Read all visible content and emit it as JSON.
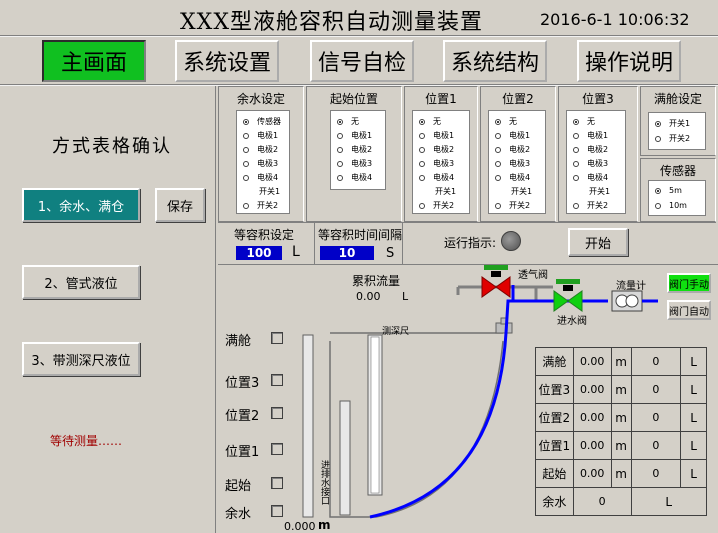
{
  "header": {
    "title": "XXX型液舱容积自动测量装置",
    "datetime": "2016-6-1 10:06:32"
  },
  "nav": [
    {
      "label": "主画面",
      "active": true
    },
    {
      "label": "系统设置"
    },
    {
      "label": "信号自检"
    },
    {
      "label": "系统结构"
    },
    {
      "label": "操作说明"
    }
  ],
  "left": {
    "title": "方式表格确认",
    "mode1": "1、余水、满仓",
    "save": "保存",
    "mode2": "2、管式液位",
    "mode3": "3、带测深尺液位",
    "status": "等待测量……"
  },
  "groups": {
    "residual": {
      "title": "余水设定",
      "items": [
        "传感器",
        "电极1",
        "电极2",
        "电极3",
        "电极4",
        "开关1",
        "开关2"
      ]
    },
    "start": {
      "title": "起始位置",
      "items": [
        "无",
        "电极1",
        "电极2",
        "电极3",
        "电极4"
      ]
    },
    "pos1": {
      "title": "位置1",
      "items": [
        "无",
        "电极1",
        "电极2",
        "电极3",
        "电极4",
        "开关1",
        "开关2"
      ]
    },
    "pos2": {
      "title": "位置2",
      "items": [
        "无",
        "电极1",
        "电极2",
        "电极3",
        "电极4",
        "开关1",
        "开关2"
      ]
    },
    "pos3": {
      "title": "位置3",
      "items": [
        "无",
        "电极1",
        "电极2",
        "电极3",
        "电极4",
        "开关1",
        "开关2"
      ]
    },
    "full": {
      "title": "满舱设定",
      "items": [
        "开关1",
        "开关2"
      ]
    },
    "sensor": {
      "title": "传感器",
      "items": [
        "5m",
        "10m"
      ]
    }
  },
  "controls": {
    "vol_label": "等容积设定",
    "vol_value": "100",
    "vol_unit": "L",
    "interval_label": "等容积时间间隔",
    "interval_value": "10",
    "interval_unit": "S",
    "run_label": "运行指示:",
    "start": "开始"
  },
  "diagram": {
    "flow_label": "累积流量",
    "flow_value": "0.00",
    "flow_unit": "L",
    "vent_valve": "透气阀",
    "inlet_valve": "进水阀",
    "flowmeter": "流量计",
    "valve_manual": "阀门手动",
    "valve_auto": "阀门自动",
    "dip_rod": "测深尺",
    "pipe_label": "进排水接口",
    "levels": [
      "满舱",
      "位置3",
      "位置2",
      "位置1",
      "起始",
      "余水"
    ],
    "bottom_value": "0.000",
    "bottom_unit": "m"
  },
  "table": {
    "rows": [
      {
        "name": "满舱",
        "m": "0.00",
        "mu": "m",
        "l": "0",
        "lu": "L"
      },
      {
        "name": "位置3",
        "m": "0.00",
        "mu": "m",
        "l": "0",
        "lu": "L"
      },
      {
        "name": "位置2",
        "m": "0.00",
        "mu": "m",
        "l": "0",
        "lu": "L"
      },
      {
        "name": "位置1",
        "m": "0.00",
        "mu": "m",
        "l": "0",
        "lu": "L"
      },
      {
        "name": "起始",
        "m": "0.00",
        "mu": "m",
        "l": "0",
        "lu": "L"
      }
    ],
    "last": {
      "name": "余水",
      "l": "0",
      "lu": "L"
    }
  },
  "colors": {
    "active_green": "#10c020",
    "teal": "#108080",
    "pipe_blue": "#0000ff",
    "valve_red": "#e00000",
    "valve_green": "#10d010"
  }
}
